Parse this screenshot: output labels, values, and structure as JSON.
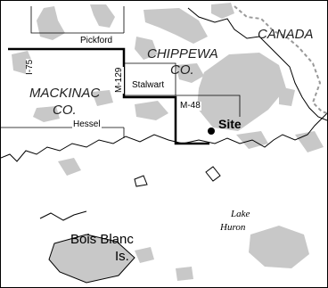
{
  "map": {
    "counties": {
      "chippewa_line1": "CHIPPEWA",
      "chippewa_line2": "CO.",
      "mackinac_line1": "MACKINAC",
      "mackinac_line2": "CO."
    },
    "country": "CANADA",
    "towns": {
      "pickford": "Pickford",
      "stalwart": "Stalwart",
      "hessel": "Hessel"
    },
    "roads": {
      "i75": "I-75",
      "m129": "M-129",
      "m48": "M-48"
    },
    "site": "Site",
    "lake_line1": "Lake",
    "lake_line2": "Huron",
    "island_line1": "Bois Blanc",
    "island_line2": "Is.",
    "colors": {
      "land_shade": "#c8c8c8",
      "water": "#ffffff",
      "boundary": "#000000",
      "international_border": "#999999"
    }
  }
}
